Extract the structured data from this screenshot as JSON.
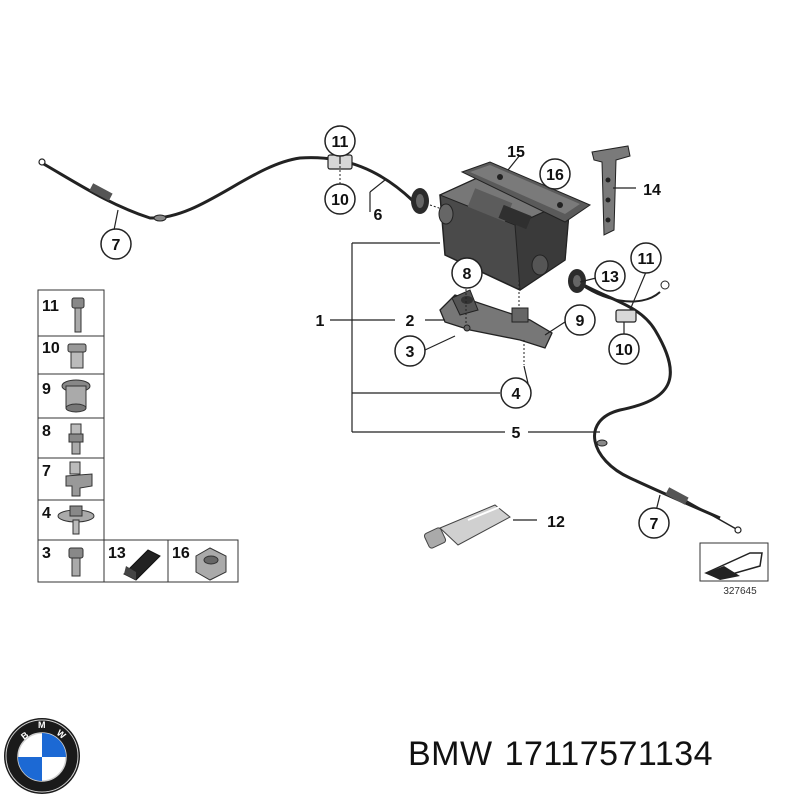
{
  "diagram": {
    "callouts": {
      "c1": "1",
      "c2": "2",
      "c3": "3",
      "c4": "4",
      "c5": "5",
      "c6": "6",
      "c7_left": "7",
      "c7_right": "7",
      "c8": "8",
      "c9": "9",
      "c10_top": "10",
      "c10_right": "10",
      "c11_top": "11",
      "c11_right": "11",
      "c12": "12",
      "c13": "13",
      "c14": "14",
      "c15": "15",
      "c16": "16"
    },
    "legend": [
      {
        "num": "11",
        "icon": "bolt-icon"
      },
      {
        "num": "10",
        "icon": "bushing-icon"
      },
      {
        "num": "9",
        "icon": "grommet-icon"
      },
      {
        "num": "8",
        "icon": "stud-bolt-icon"
      },
      {
        "num": "7",
        "icon": "clip-bracket-icon"
      },
      {
        "num": "4",
        "icon": "washer-screw-icon"
      },
      {
        "num": "3",
        "icon": "screw-icon"
      },
      {
        "num": "13",
        "icon": "rubber-block-icon"
      },
      {
        "num": "16",
        "icon": "hex-nut-icon"
      }
    ],
    "ref_number": "327645"
  },
  "footer": {
    "brand": "BMW",
    "part_number": "17117571134"
  },
  "colors": {
    "line": "#222222",
    "part_dark": "#3c3c3c",
    "part_mid": "#6b6b6b",
    "part_light": "#b5b5b5",
    "bmw_blue": "#1c69d4"
  }
}
